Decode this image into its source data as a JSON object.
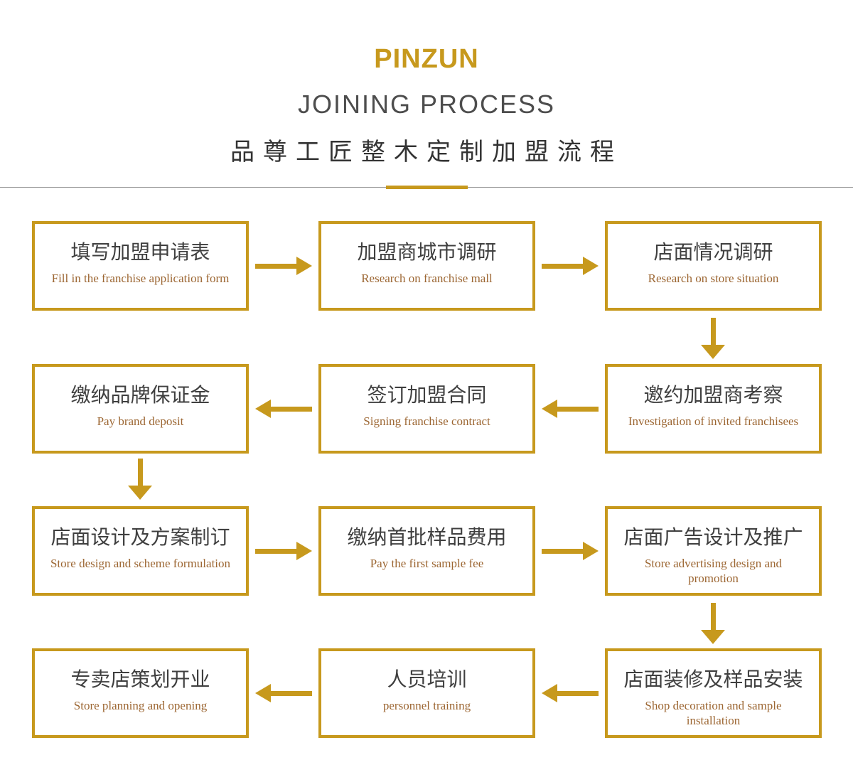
{
  "header": {
    "brand": "PINZUN",
    "subtitle_en": "JOINING PROCESS",
    "title_cn": "品尊工匠整木定制加盟流程"
  },
  "colors": {
    "gold": "#C7991D",
    "title-text": "#3F3F3F",
    "subtitle-text": "#9C6632",
    "heading-gray": "#4D4D4D",
    "heading-dark": "#333333",
    "divider-gray": "#999999"
  },
  "steps": [
    {
      "cn": "填写加盟申请表",
      "en": "Fill in the franchise application form"
    },
    {
      "cn": "加盟商城市调研",
      "en": "Research on franchise mall"
    },
    {
      "cn": "店面情况调研",
      "en": "Research on store situation"
    },
    {
      "cn": "邀约加盟商考察",
      "en": "Investigation of invited franchisees"
    },
    {
      "cn": "签订加盟合同",
      "en": "Signing franchise contract"
    },
    {
      "cn": "缴纳品牌保证金",
      "en": "Pay brand deposit"
    },
    {
      "cn": "店面设计及方案制订",
      "en": "Store design and scheme formulation"
    },
    {
      "cn": "缴纳首批样品费用",
      "en": "Pay the first sample fee"
    },
    {
      "cn": "店面广告设计及推广",
      "en": "Store advertising design and\npromotion"
    },
    {
      "cn": "店面装修及样品安装",
      "en": "Shop decoration and sample\ninstallation"
    },
    {
      "cn": "人员培训",
      "en": "personnel training"
    },
    {
      "cn": "专卖店策划开业",
      "en": "Store planning and opening"
    }
  ]
}
